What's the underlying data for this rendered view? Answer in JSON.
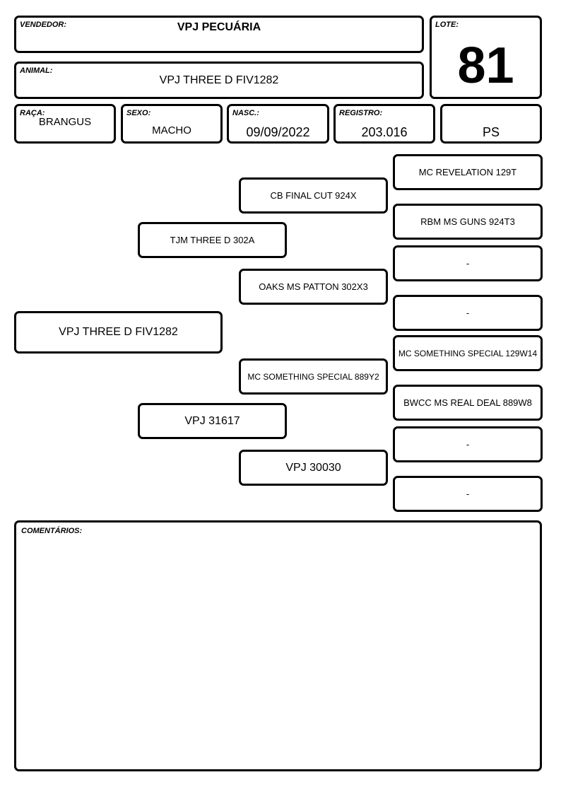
{
  "header": {
    "vendedor": {
      "label": "VENDEDOR:",
      "value": "VPJ PECUÁRIA"
    },
    "lote": {
      "label": "LOTE:",
      "value": "81"
    },
    "animal": {
      "label": "ANIMAL:",
      "value": "VPJ THREE D FIV1282"
    },
    "raca": {
      "label": "RAÇA:",
      "value": "BRANGUS"
    },
    "sexo": {
      "label": "SEXO:",
      "value": "MACHO"
    },
    "nasc": {
      "label": "NASC.:",
      "value": "09/09/2022"
    },
    "registro": {
      "label": "REGISTRO:",
      "value": "203.016"
    },
    "tipo": {
      "value": "PS"
    }
  },
  "pedigree": {
    "animal": "VPJ THREE D FIV1282",
    "sire": "TJM THREE D 302A",
    "dam": "VPJ 31617",
    "sire_sire": "CB FINAL CUT 924X",
    "sire_dam": "OAKS MS PATTON 302X3",
    "dam_sire": "MC SOMETHING SPECIAL 889Y2",
    "dam_dam": "VPJ 30030",
    "ggp": [
      "MC REVELATION 129T",
      "RBM MS GUNS 924T3",
      "-",
      "-",
      "MC SOMETHING SPECIAL 129W14",
      "BWCC MS REAL DEAL 889W8",
      "-",
      "-"
    ]
  },
  "comments": {
    "label": "COMENTÁRIOS:",
    "value": ""
  }
}
